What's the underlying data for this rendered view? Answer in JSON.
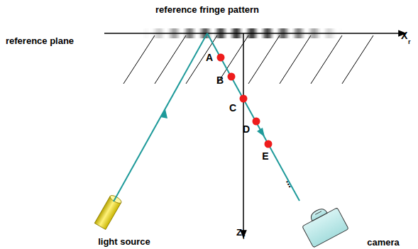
{
  "diagram": {
    "labels": [
      "reference fringe pattern",
      "reference plane",
      "X",
      "r",
      "A",
      "B",
      "C",
      "D",
      "E",
      "...",
      "Z",
      "r",
      "light source",
      "camera"
    ]
  }
}
